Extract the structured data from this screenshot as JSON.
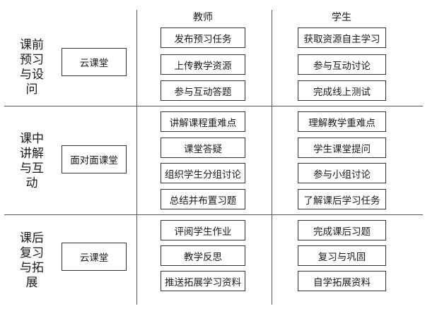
{
  "headers": {
    "teacher": "教师",
    "student": "学生"
  },
  "sections": [
    {
      "stage_lines": [
        "课前",
        "预习",
        "与设",
        "问"
      ],
      "platform": "云课堂",
      "teacher": [
        "发布预习任务",
        "上传教学资源",
        "参与互动答题"
      ],
      "student": [
        "获取资源自主学习",
        "参与互动讨论",
        "完成线上测试"
      ]
    },
    {
      "stage_lines": [
        "课中",
        "讲解",
        "与互",
        "动"
      ],
      "platform": "面对面课堂",
      "teacher": [
        "讲解课程重难点",
        "课堂答疑",
        "组织学生分组讨论",
        "总结并布置习题"
      ],
      "student": [
        "理解教学重难点",
        "学生课堂提问",
        "参与小组讨论",
        "了解课后学习任务"
      ]
    },
    {
      "stage_lines": [
        "课后",
        "复习",
        "与拓",
        "展"
      ],
      "platform": "云课堂",
      "teacher": [
        "评阅学生作业",
        "教学反思",
        "推送拓展学习资料"
      ],
      "student": [
        "完成课后习题",
        "复习与巩固",
        "自学拓展资料"
      ]
    }
  ]
}
